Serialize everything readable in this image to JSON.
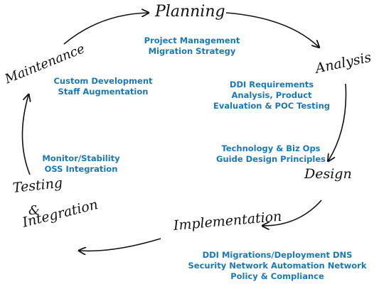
{
  "stages": {
    "planning": "Planning",
    "analysis": "Analysis",
    "design": "Design",
    "implementation": "Implementation",
    "testing": "Testing",
    "amp": "&",
    "integration": "Integration",
    "maintenance": "Maintenance"
  },
  "notes": {
    "planning": [
      "Project Management",
      "Migration Strategy"
    ],
    "maintenance": [
      "Custom Development",
      "Staff Augmentation"
    ],
    "analysis": [
      "DDI Requirements",
      "Analysis, Product",
      "Evaluation & POC Testing"
    ],
    "design": [
      "Technology & Biz Ops",
      "Guide Design Principles"
    ],
    "testing": [
      "Monitor/Stability",
      "OSS Integration"
    ],
    "implementation": [
      "DDI Migrations/Deployment DNS",
      "Security Network Automation Network",
      "Policy & Compliance"
    ]
  },
  "colors": {
    "note_text": "#1a78b8",
    "stage_text": "#111111",
    "arrow": "#111111"
  }
}
